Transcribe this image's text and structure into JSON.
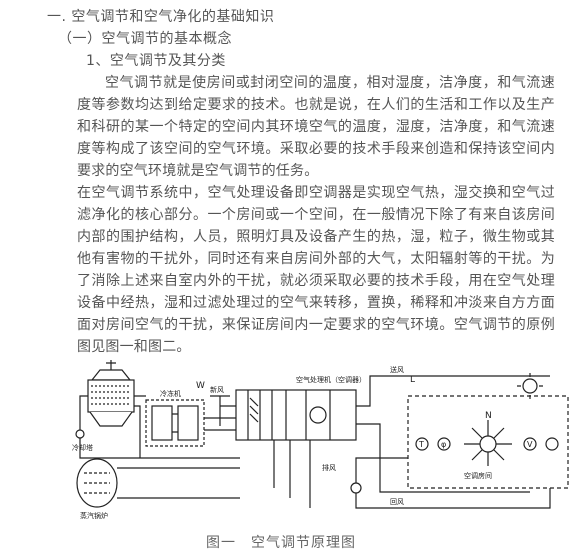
{
  "heading1": "一. 空气调节和空气净化的基础知识",
  "heading2": "（一）空气调节的基本概念",
  "heading3": "1、空气调节及其分类",
  "paragraph1": "空气调节就是使房间或封闭空间的温度，相对湿度，洁净度，和气流速度等参数均达到给定要求的技术。也就是说，在人们的生活和工作以及生产和科研的某一个特定的空间内其环境空气的温度，湿度，洁净度，和气流速度等构成了该空间的空气环境。采取必要的技术手段来创造和保持该空间内要求的空气环境就是空气调节的任务。",
  "paragraph2": "在空气调节系统中，空气处理设备即空调器是实现空气热，湿交换和空气过滤净化的核心部分。一个房间或一个空间，在一般情况下除了有来自该房间内部的围护结构，人员，照明灯具及设备产生的热，湿，粒子，微生物或其他有害物的干扰外，同时还有来自房间外部的大气，太阳辐射等的干扰。为了消除上述来自室内外的干扰，就必须采取必要的技术手段，用在空气处理设备中经热，湿和过滤处理过的空气来转移，置换，稀释和冲淡来自方方面面对房间空气的干扰，来保证房间内一定要求的空气环境。空气调节的原例图见图一和图二。",
  "figure": {
    "caption": "图一　空气调节原理图",
    "labels": {
      "cooling_tower": "冷却塔",
      "chiller": "冷冻机",
      "boiler": "蒸汽锅炉",
      "air_handler": "空气处理机（空调器）",
      "room": "空调房间",
      "supply_air": "送风",
      "return_air": "回风",
      "fresh_air": "新风",
      "exhaust_air": "排风",
      "N": "N",
      "W": "W",
      "L": "L",
      "sym_T": "T",
      "sym_phi": "φ",
      "sym_V": "V"
    }
  }
}
